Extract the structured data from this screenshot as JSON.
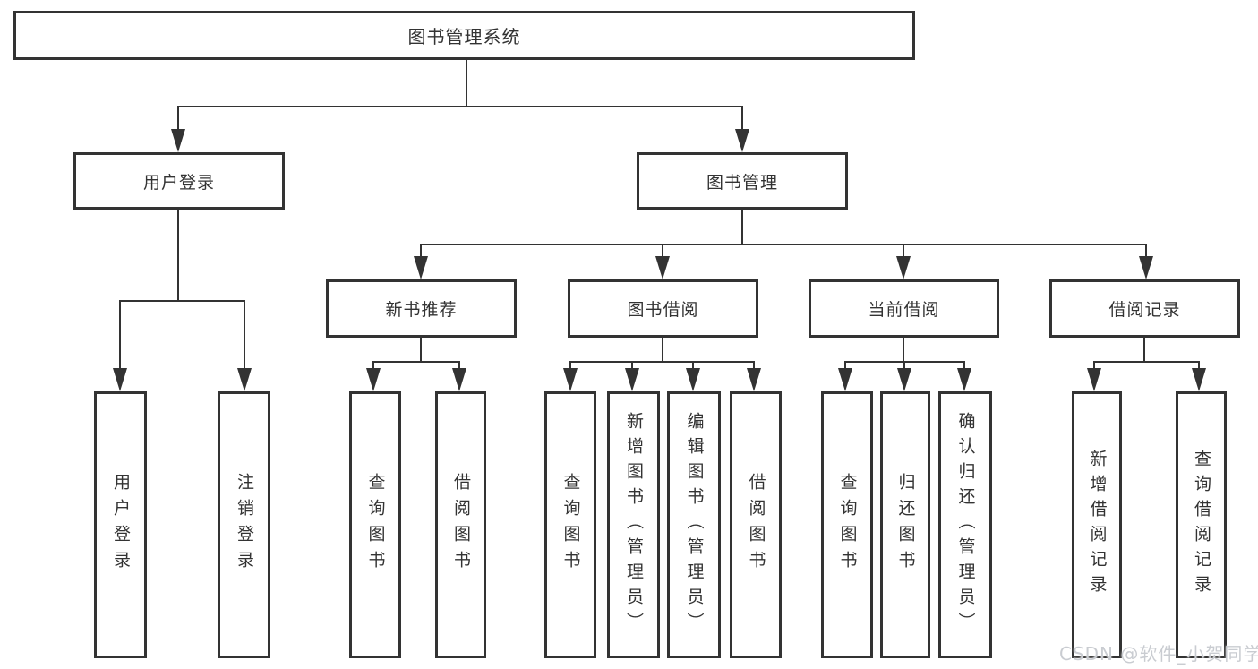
{
  "diagram": {
    "type": "hierarchy-tree",
    "title": "图书管理系统",
    "watermark": "CSDN @软件_小贺同学",
    "colors": {
      "box_border": "#333333",
      "box_fill": "#ffffff",
      "line": "#333333",
      "text": "#333333",
      "watermark": "#c9ccd1",
      "background": "#ffffff"
    },
    "nodes": {
      "root": {
        "label": "图书管理系统"
      },
      "user_login": {
        "label": "用户登录"
      },
      "book_mgmt": {
        "label": "图书管理"
      },
      "new_book_rec": {
        "label": "新书推荐"
      },
      "book_borrow": {
        "label": "图书借阅"
      },
      "current_borrow": {
        "label": "当前借阅"
      },
      "borrow_record": {
        "label": "借阅记录"
      },
      "v_user_login": {
        "label": "用户登录"
      },
      "v_logout": {
        "label": "注销登录"
      },
      "v_query_book_1": {
        "label": "查询图书"
      },
      "v_borrow_book_1": {
        "label": "借阅图书"
      },
      "v_query_book_2": {
        "label": "查询图书"
      },
      "v_add_book": {
        "label": "新增图书（管理员）"
      },
      "v_edit_book": {
        "label": "编辑图书（管理员）"
      },
      "v_borrow_book_2": {
        "label": "借阅图书"
      },
      "v_query_book_3": {
        "label": "查询图书"
      },
      "v_return_book": {
        "label": "归还图书"
      },
      "v_confirm_return": {
        "label": "确认归还（管理员）"
      },
      "v_add_record": {
        "label": "新增借阅记录"
      },
      "v_query_record": {
        "label": "查询借阅记录"
      }
    },
    "edges": [
      [
        "图书管理系统",
        "用户登录"
      ],
      [
        "图书管理系统",
        "图书管理"
      ],
      [
        "用户登录",
        "用户登录"
      ],
      [
        "用户登录",
        "注销登录"
      ],
      [
        "图书管理",
        "新书推荐"
      ],
      [
        "图书管理",
        "图书借阅"
      ],
      [
        "图书管理",
        "当前借阅"
      ],
      [
        "图书管理",
        "借阅记录"
      ],
      [
        "新书推荐",
        "查询图书"
      ],
      [
        "新书推荐",
        "借阅图书"
      ],
      [
        "图书借阅",
        "查询图书"
      ],
      [
        "图书借阅",
        "新增图书（管理员）"
      ],
      [
        "图书借阅",
        "编辑图书（管理员）"
      ],
      [
        "图书借阅",
        "借阅图书"
      ],
      [
        "当前借阅",
        "查询图书"
      ],
      [
        "当前借阅",
        "归还图书"
      ],
      [
        "当前借阅",
        "确认归还（管理员）"
      ],
      [
        "借阅记录",
        "新增借阅记录"
      ],
      [
        "借阅记录",
        "查询借阅记录"
      ]
    ]
  }
}
